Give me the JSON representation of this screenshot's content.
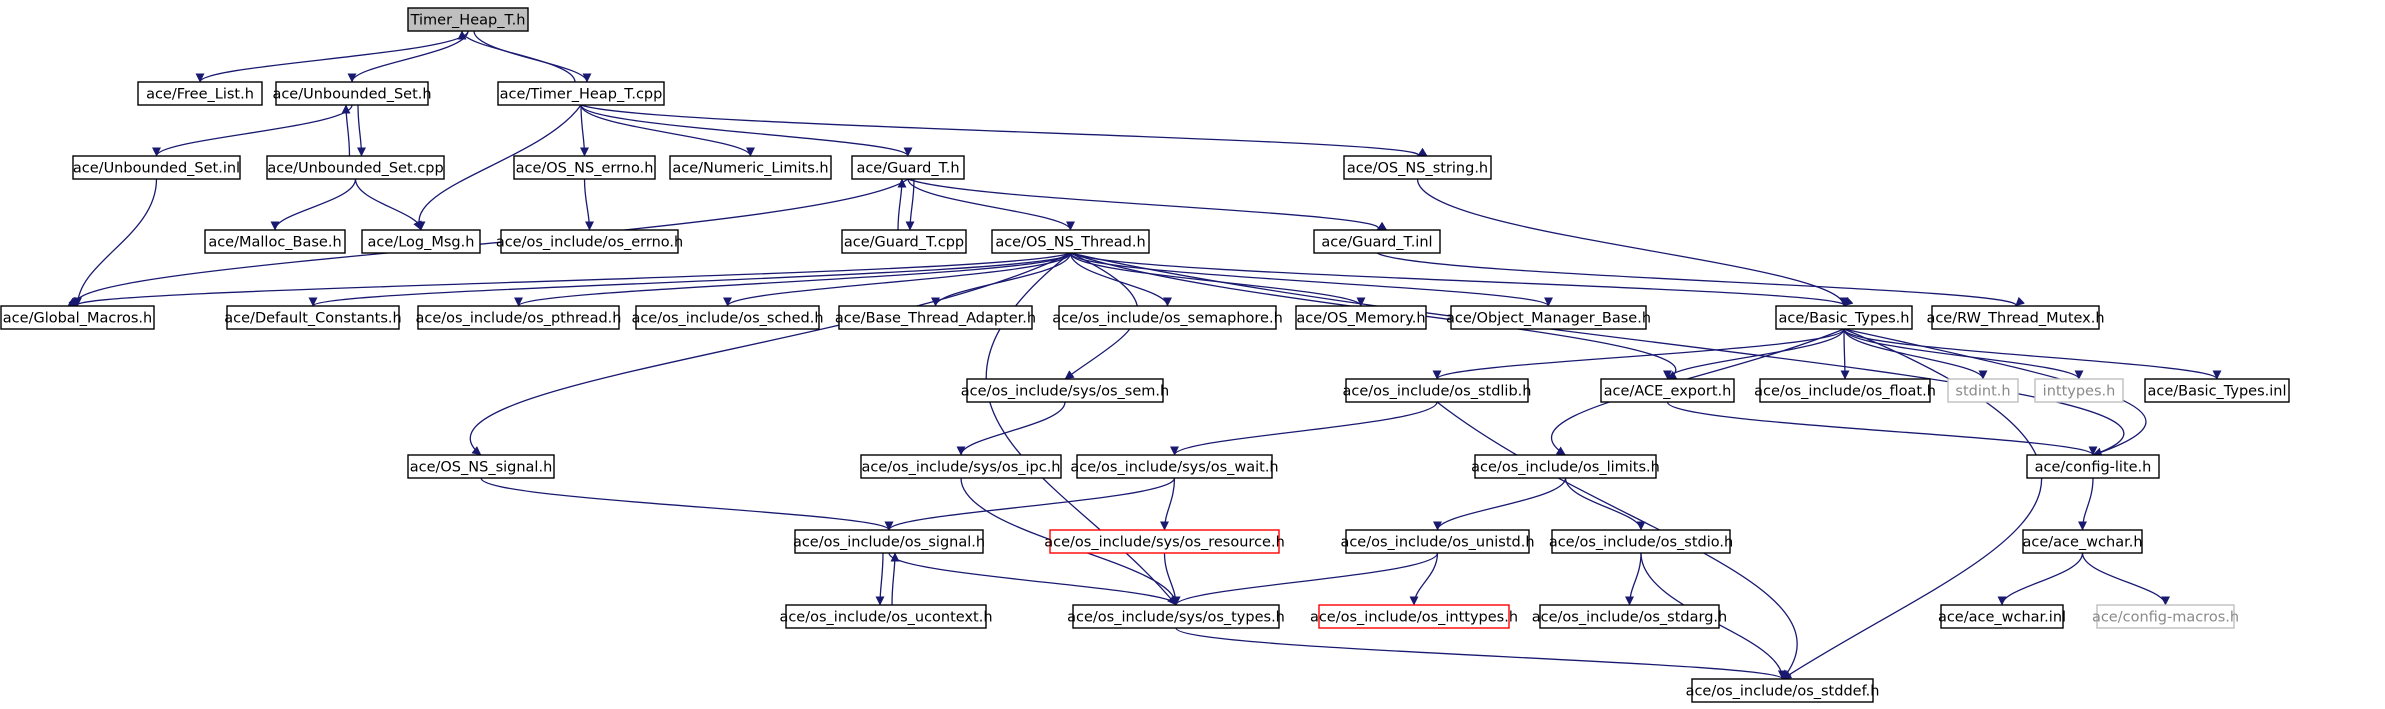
{
  "graph": {
    "nodes": [
      {
        "id": "timer_heap_t_h",
        "label": "Timer_Heap_T.h",
        "kind": "root"
      },
      {
        "id": "free_list_h",
        "label": "ace/Free_List.h",
        "kind": "normal"
      },
      {
        "id": "unbounded_set_h",
        "label": "ace/Unbounded_Set.h",
        "kind": "normal"
      },
      {
        "id": "timer_heap_t_cpp",
        "label": "ace/Timer_Heap_T.cpp",
        "kind": "normal"
      },
      {
        "id": "unbounded_set_inl",
        "label": "ace/Unbounded_Set.inl",
        "kind": "normal"
      },
      {
        "id": "unbounded_set_cpp",
        "label": "ace/Unbounded_Set.cpp",
        "kind": "normal"
      },
      {
        "id": "os_ns_errno_h",
        "label": "ace/OS_NS_errno.h",
        "kind": "normal"
      },
      {
        "id": "numeric_limits_h",
        "label": "ace/Numeric_Limits.h",
        "kind": "normal"
      },
      {
        "id": "guard_t_h",
        "label": "ace/Guard_T.h",
        "kind": "normal"
      },
      {
        "id": "os_ns_string_h",
        "label": "ace/OS_NS_string.h",
        "kind": "normal"
      },
      {
        "id": "malloc_base_h",
        "label": "ace/Malloc_Base.h",
        "kind": "normal"
      },
      {
        "id": "log_msg_h",
        "label": "ace/Log_Msg.h",
        "kind": "normal"
      },
      {
        "id": "os_errno_h",
        "label": "ace/os_include/os_errno.h",
        "kind": "normal"
      },
      {
        "id": "guard_t_cpp",
        "label": "ace/Guard_T.cpp",
        "kind": "normal"
      },
      {
        "id": "os_ns_thread_h",
        "label": "ace/OS_NS_Thread.h",
        "kind": "normal"
      },
      {
        "id": "guard_t_inl",
        "label": "ace/Guard_T.inl",
        "kind": "normal"
      },
      {
        "id": "global_macros_h",
        "label": "ace/Global_Macros.h",
        "kind": "normal"
      },
      {
        "id": "default_constants_h",
        "label": "ace/Default_Constants.h",
        "kind": "normal"
      },
      {
        "id": "os_pthread_h",
        "label": "ace/os_include/os_pthread.h",
        "kind": "normal"
      },
      {
        "id": "os_sched_h",
        "label": "ace/os_include/os_sched.h",
        "kind": "normal"
      },
      {
        "id": "base_thread_adapter_h",
        "label": "ace/Base_Thread_Adapter.h",
        "kind": "normal"
      },
      {
        "id": "os_semaphore_h",
        "label": "ace/os_include/os_semaphore.h",
        "kind": "normal"
      },
      {
        "id": "os_memory_h",
        "label": "ace/OS_Memory.h",
        "kind": "normal"
      },
      {
        "id": "object_manager_base_h",
        "label": "ace/Object_Manager_Base.h",
        "kind": "normal"
      },
      {
        "id": "basic_types_h",
        "label": "ace/Basic_Types.h",
        "kind": "normal"
      },
      {
        "id": "rw_thread_mutex_h",
        "label": "ace/RW_Thread_Mutex.h",
        "kind": "normal"
      },
      {
        "id": "os_sem_h",
        "label": "ace/os_include/sys/os_sem.h",
        "kind": "normal"
      },
      {
        "id": "os_stdlib_h",
        "label": "ace/os_include/os_stdlib.h",
        "kind": "normal"
      },
      {
        "id": "ace_export_h",
        "label": "ace/ACE_export.h",
        "kind": "normal"
      },
      {
        "id": "os_float_h",
        "label": "ace/os_include/os_float.h",
        "kind": "normal"
      },
      {
        "id": "stdint_h",
        "label": "stdint.h",
        "kind": "external"
      },
      {
        "id": "inttypes_h",
        "label": "inttypes.h",
        "kind": "external"
      },
      {
        "id": "basic_types_inl",
        "label": "ace/Basic_Types.inl",
        "kind": "normal"
      },
      {
        "id": "os_ns_signal_h",
        "label": "ace/OS_NS_signal.h",
        "kind": "normal"
      },
      {
        "id": "os_ipc_h",
        "label": "ace/os_include/sys/os_ipc.h",
        "kind": "normal"
      },
      {
        "id": "os_wait_h",
        "label": "ace/os_include/sys/os_wait.h",
        "kind": "normal"
      },
      {
        "id": "os_limits_h",
        "label": "ace/os_include/os_limits.h",
        "kind": "normal"
      },
      {
        "id": "config_lite_h",
        "label": "ace/config-lite.h",
        "kind": "normal"
      },
      {
        "id": "os_signal_h",
        "label": "ace/os_include/os_signal.h",
        "kind": "normal"
      },
      {
        "id": "os_resource_h",
        "label": "ace/os_include/sys/os_resource.h",
        "kind": "missing"
      },
      {
        "id": "os_unistd_h",
        "label": "ace/os_include/os_unistd.h",
        "kind": "normal"
      },
      {
        "id": "os_stdio_h",
        "label": "ace/os_include/os_stdio.h",
        "kind": "normal"
      },
      {
        "id": "ace_wchar_h",
        "label": "ace/ace_wchar.h",
        "kind": "normal"
      },
      {
        "id": "os_ucontext_h",
        "label": "ace/os_include/os_ucontext.h",
        "kind": "normal"
      },
      {
        "id": "os_types_h",
        "label": "ace/os_include/sys/os_types.h",
        "kind": "normal"
      },
      {
        "id": "os_inttypes_h",
        "label": "ace/os_include/os_inttypes.h",
        "kind": "missing"
      },
      {
        "id": "os_stdarg_h",
        "label": "ace/os_include/os_stdarg.h",
        "kind": "normal"
      },
      {
        "id": "ace_wchar_inl",
        "label": "ace/ace_wchar.inl",
        "kind": "normal"
      },
      {
        "id": "config_macros_h",
        "label": "ace/config-macros.h",
        "kind": "external"
      },
      {
        "id": "os_stddef_h",
        "label": "ace/os_include/os_stddef.h",
        "kind": "normal"
      }
    ],
    "edges": [
      [
        "timer_heap_t_h",
        "free_list_h"
      ],
      [
        "timer_heap_t_h",
        "unbounded_set_h"
      ],
      [
        "timer_heap_t_h",
        "timer_heap_t_cpp"
      ],
      [
        "timer_heap_t_cpp",
        "timer_heap_t_h"
      ],
      [
        "unbounded_set_h",
        "unbounded_set_inl"
      ],
      [
        "unbounded_set_h",
        "unbounded_set_cpp"
      ],
      [
        "unbounded_set_cpp",
        "unbounded_set_h"
      ],
      [
        "unbounded_set_cpp",
        "malloc_base_h"
      ],
      [
        "unbounded_set_cpp",
        "log_msg_h"
      ],
      [
        "unbounded_set_inl",
        "global_macros_h"
      ],
      [
        "timer_heap_t_cpp",
        "log_msg_h"
      ],
      [
        "timer_heap_t_cpp",
        "os_ns_errno_h"
      ],
      [
        "timer_heap_t_cpp",
        "numeric_limits_h"
      ],
      [
        "timer_heap_t_cpp",
        "guard_t_h"
      ],
      [
        "timer_heap_t_cpp",
        "os_ns_string_h"
      ],
      [
        "os_ns_errno_h",
        "os_errno_h"
      ],
      [
        "guard_t_h",
        "guard_t_cpp"
      ],
      [
        "guard_t_cpp",
        "guard_t_h"
      ],
      [
        "guard_t_h",
        "os_ns_thread_h"
      ],
      [
        "guard_t_h",
        "guard_t_inl"
      ],
      [
        "guard_t_h",
        "global_macros_h"
      ],
      [
        "guard_t_inl",
        "rw_thread_mutex_h"
      ],
      [
        "os_ns_string_h",
        "basic_types_h"
      ],
      [
        "os_ns_thread_h",
        "global_macros_h"
      ],
      [
        "os_ns_thread_h",
        "default_constants_h"
      ],
      [
        "os_ns_thread_h",
        "os_pthread_h"
      ],
      [
        "os_ns_thread_h",
        "os_sched_h"
      ],
      [
        "os_ns_thread_h",
        "base_thread_adapter_h"
      ],
      [
        "os_ns_thread_h",
        "os_semaphore_h"
      ],
      [
        "os_ns_thread_h",
        "os_memory_h"
      ],
      [
        "os_ns_thread_h",
        "object_manager_base_h"
      ],
      [
        "os_ns_thread_h",
        "basic_types_h"
      ],
      [
        "os_ns_thread_h",
        "os_sem_h"
      ],
      [
        "os_ns_thread_h",
        "ace_export_h"
      ],
      [
        "os_ns_thread_h",
        "os_ns_signal_h"
      ],
      [
        "os_ns_thread_h",
        "os_types_h"
      ],
      [
        "os_ns_thread_h",
        "config_lite_h"
      ],
      [
        "basic_types_h",
        "os_stdlib_h"
      ],
      [
        "basic_types_h",
        "ace_export_h"
      ],
      [
        "basic_types_h",
        "os_float_h"
      ],
      [
        "basic_types_h",
        "stdint_h"
      ],
      [
        "basic_types_h",
        "inttypes_h"
      ],
      [
        "basic_types_h",
        "basic_types_inl"
      ],
      [
        "basic_types_h",
        "os_limits_h"
      ],
      [
        "basic_types_h",
        "os_stddef_h"
      ],
      [
        "basic_types_h",
        "config_lite_h"
      ],
      [
        "os_sem_h",
        "os_ipc_h"
      ],
      [
        "os_ipc_h",
        "os_types_h"
      ],
      [
        "os_stdlib_h",
        "os_wait_h"
      ],
      [
        "os_stdlib_h",
        "os_stddef_h"
      ],
      [
        "os_wait_h",
        "os_signal_h"
      ],
      [
        "os_wait_h",
        "os_resource_h"
      ],
      [
        "os_resource_h",
        "os_types_h"
      ],
      [
        "ace_export_h",
        "config_lite_h"
      ],
      [
        "config_lite_h",
        "ace_wchar_h"
      ],
      [
        "ace_wchar_h",
        "ace_wchar_inl"
      ],
      [
        "ace_wchar_h",
        "config_macros_h"
      ],
      [
        "os_ns_signal_h",
        "os_signal_h"
      ],
      [
        "os_signal_h",
        "os_ucontext_h"
      ],
      [
        "os_ucontext_h",
        "os_signal_h"
      ],
      [
        "os_signal_h",
        "os_types_h"
      ],
      [
        "os_limits_h",
        "os_unistd_h"
      ],
      [
        "os_limits_h",
        "os_stdio_h"
      ],
      [
        "os_unistd_h",
        "os_types_h"
      ],
      [
        "os_unistd_h",
        "os_inttypes_h"
      ],
      [
        "os_stdio_h",
        "os_stdarg_h"
      ],
      [
        "os_stdio_h",
        "os_stddef_h"
      ],
      [
        "os_types_h",
        "os_stddef_h"
      ]
    ]
  }
}
